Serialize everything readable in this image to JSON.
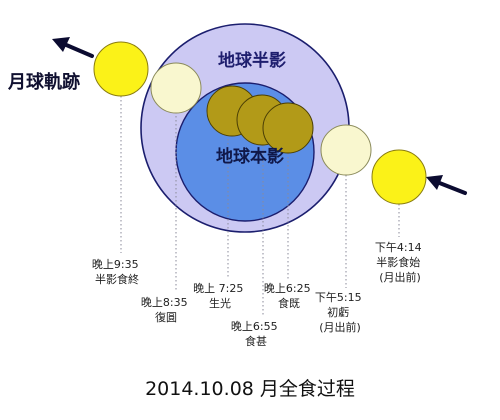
{
  "labels": {
    "penumbra": "地球半影",
    "umbra": "地球本影",
    "moon_orbit": "月球軌跡"
  },
  "events": [
    {
      "id": "penumbral-end",
      "lines": [
        "晚上9:35",
        "半影食終"
      ]
    },
    {
      "id": "last-contact",
      "lines": [
        "晚上8:35",
        "復圓"
      ]
    },
    {
      "id": "totality-end",
      "lines": [
        "晚上 7:25",
        "生光"
      ]
    },
    {
      "id": "greatest",
      "lines": [
        "晚上6:55",
        "食甚"
      ]
    },
    {
      "id": "totality-start",
      "lines": [
        "晚上6:25",
        "食既"
      ]
    },
    {
      "id": "first-contact",
      "lines": [
        "下午5:15",
        "初虧",
        "(月出前)"
      ]
    },
    {
      "id": "penumbral-start",
      "lines": [
        "下午4:14",
        "半影食始",
        "(月出前)"
      ]
    }
  ],
  "caption": "2014.10.08 月全食过程",
  "colors": {
    "penumbra_fill": "#ccc9f3",
    "umbra_fill": "#5b8ee6",
    "outline": "#1b1e6e",
    "moon_bright": "#fbf218",
    "moon_pale": "#f9f7cf",
    "moon_dark": "#b29a18",
    "arrow": "#0b0b30"
  }
}
